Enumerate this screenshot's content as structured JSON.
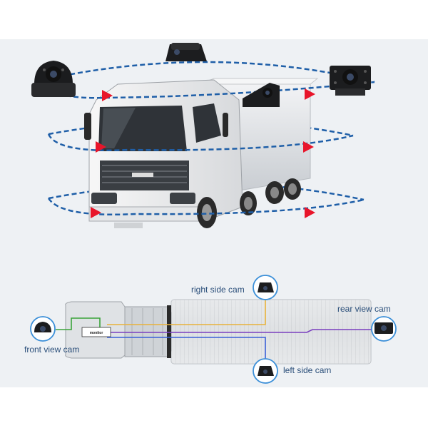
{
  "diagram": {
    "labels": {
      "right_side_cam": "right side cam",
      "rear_view_cam": "rear view cam",
      "front_view_cam": "front view cam",
      "left_side_cam": "left side cam",
      "monitor": "monitor"
    },
    "colors": {
      "background": "#eef1f4",
      "orbit": "#1f5fa8",
      "arrow": "#e8152a",
      "label": "#2b4f7a",
      "wire_green": "#3aa33a",
      "wire_yellow": "#e8b23a",
      "wire_purple": "#7a3fbf",
      "wire_blue": "#3a5fd8",
      "camera_circle": "#3b8fd8"
    },
    "icons": [
      "dome-camera-icon",
      "side-camera-icon",
      "rear-box-camera-icon"
    ]
  }
}
